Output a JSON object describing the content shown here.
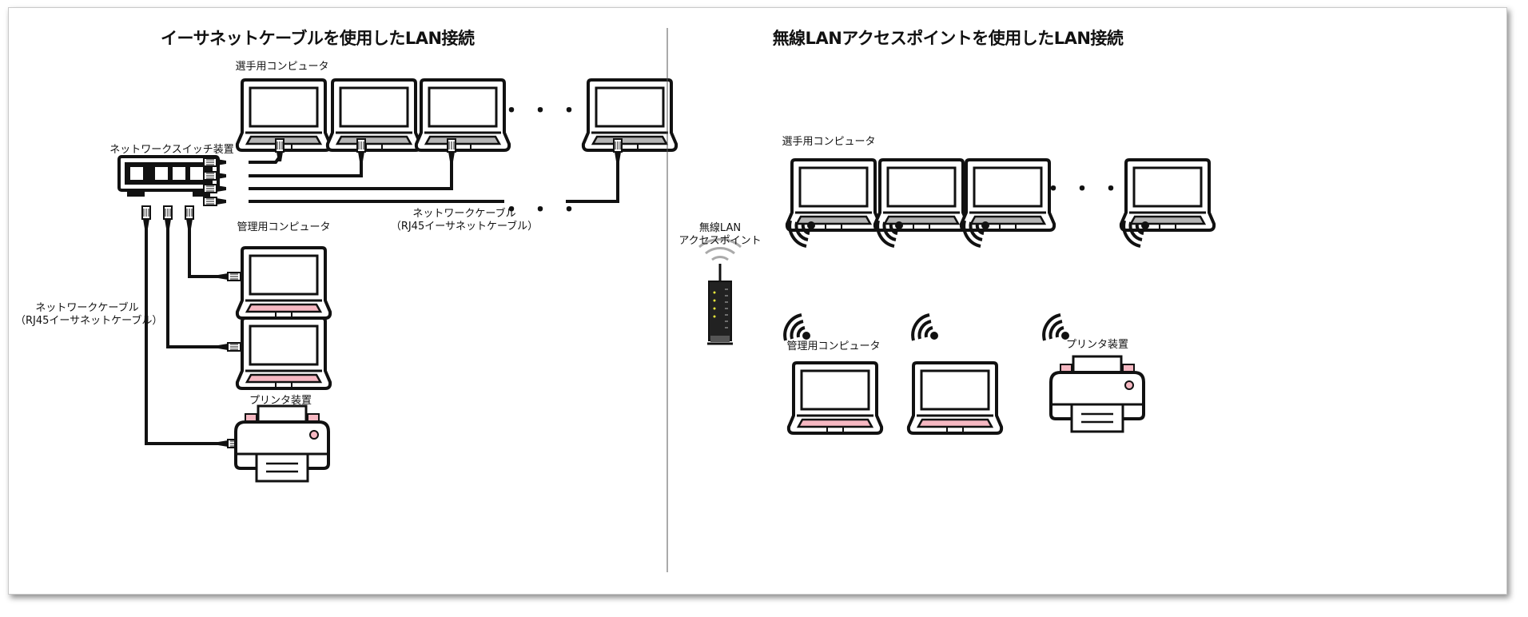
{
  "left_panel": {
    "title": "イーサネットケーブルを使用したLAN接続",
    "player_computers_label": "選手用コンピュータ",
    "switch_label": "ネットワークスイッチ装置",
    "cable_label_right": {
      "line1": "ネットワークケーブル",
      "line2": "（RJ45イーサネットケーブル）"
    },
    "admin_computer_label": "管理用コンピュータ",
    "cable_label_left": {
      "line1": "ネットワークケーブル",
      "line2": "（RJ45イーサネットケーブル）"
    },
    "printer_label": "プリンタ装置",
    "ellipsis": "・・・"
  },
  "right_panel": {
    "title": "無線LANアクセスポイントを使用したLAN接続",
    "player_computers_label": "選手用コンピュータ",
    "access_point_label": {
      "line1": "無線LAN",
      "line2": "アクセスポイント"
    },
    "admin_computer_label": "管理用コンピュータ",
    "printer_label": "プリンタ装置",
    "ellipsis": "・・・"
  },
  "colors": {
    "player_keyboard": "#b4b4b4",
    "admin_keyboard": "#f6b8c2",
    "line": "#111111"
  },
  "icons": [
    "laptop-icon",
    "network-switch-icon",
    "rj45-plug-icon",
    "printer-icon",
    "wifi-signal-icon",
    "access-point-icon"
  ]
}
